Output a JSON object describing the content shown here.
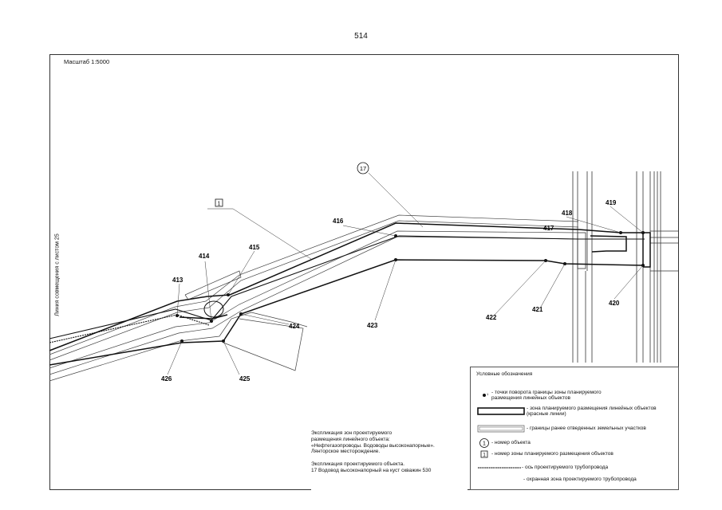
{
  "page_number": "514",
  "scale": "Масштаб 1:5000",
  "side_label": "Линия совмещения с листом 25",
  "object_callouts": {
    "object_number": "17",
    "zone_number": "1"
  },
  "points": [
    "413",
    "414",
    "415",
    "416",
    "417",
    "418",
    "419",
    "420",
    "421",
    "422",
    "423",
    "424",
    "425",
    "426"
  ],
  "legend": {
    "title": "Условные обозначения",
    "items": [
      "- точки поворота границы зоны планируемого\nразмещения линейных объектов",
      "- зона планируемого размещения линейных объектов\n(красные линии)",
      "- границы ранее отведенных земельных участков",
      "- номер  объекта",
      "- номер зоны планируемого размещения объектов",
      "- ось проектируемого трубопровода",
      "- охранная зона проектируемого трубопровода"
    ],
    "marker_number": "1",
    "marker_point_label": "1"
  },
  "explication": {
    "zone_text": "Экспликация зон проектируемого\nразмещения линейного объекта:\n«Нефтегазопроводы. Водоводы высоконапорные».\nЛянторское месторождение.",
    "object_title": "Экспликация проектируемого объекта.",
    "object_entry": "17   Водовод высоконапорный на куст скважин 530"
  },
  "colors": {
    "line": "#111111",
    "thin": "#555555",
    "frame": "#333333"
  }
}
